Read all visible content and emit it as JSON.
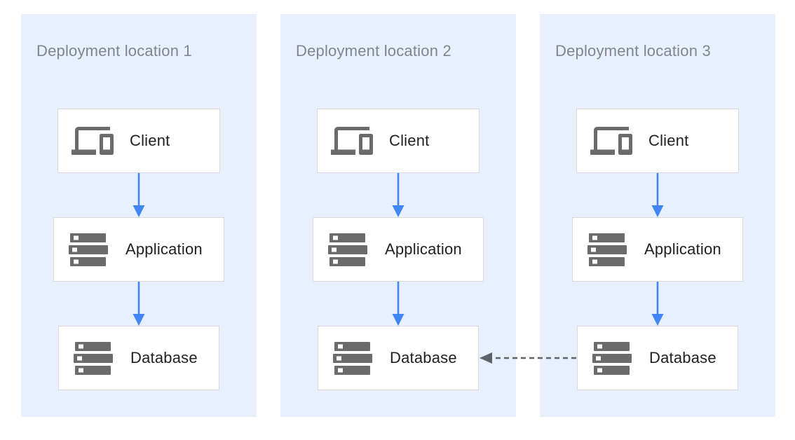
{
  "diagram": {
    "panels": [
      {
        "title": "Deployment location 1",
        "nodes": [
          {
            "label": "Client",
            "icon": "devices-icon"
          },
          {
            "label": "Application",
            "icon": "server-stack-icon"
          },
          {
            "label": "Database",
            "icon": "server-stack-icon"
          }
        ]
      },
      {
        "title": "Deployment location 2",
        "nodes": [
          {
            "label": "Client",
            "icon": "devices-icon"
          },
          {
            "label": "Application",
            "icon": "server-stack-icon"
          },
          {
            "label": "Database",
            "icon": "server-stack-icon"
          }
        ]
      },
      {
        "title": "Deployment location 3",
        "nodes": [
          {
            "label": "Client",
            "icon": "devices-icon"
          },
          {
            "label": "Application",
            "icon": "server-stack-icon"
          },
          {
            "label": "Database",
            "icon": "server-stack-icon"
          }
        ]
      }
    ],
    "connections": [
      {
        "from": "client-1",
        "to": "application-1",
        "style": "solid"
      },
      {
        "from": "application-1",
        "to": "database-1",
        "style": "solid"
      },
      {
        "from": "client-2",
        "to": "application-2",
        "style": "solid"
      },
      {
        "from": "application-2",
        "to": "database-2",
        "style": "solid"
      },
      {
        "from": "client-3",
        "to": "application-3",
        "style": "solid"
      },
      {
        "from": "application-3",
        "to": "database-3",
        "style": "solid"
      },
      {
        "from": "database-3",
        "to": "database-2",
        "style": "dashed"
      }
    ],
    "colors": {
      "panel_bg": "#e8f0fe",
      "box_bg": "#ffffff",
      "box_border": "#d9d9d9",
      "title_text": "#81868b",
      "label_text": "#212121",
      "icon_fill": "#6b6b6b",
      "icon_detail": "#ffffff",
      "arrow_blue": "#4285f4",
      "arrow_dash": "#5f6368"
    }
  }
}
